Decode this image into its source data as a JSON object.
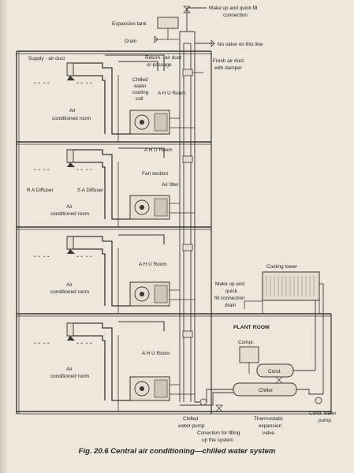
{
  "top": {
    "expansion_tank": "Expansion tank",
    "drain": "Drain",
    "makeup_top_1": "Make up and quick fill",
    "makeup_top_2": "connection",
    "no_valve": "No valve on this line"
  },
  "floor1": {
    "supply_duct": "Supply - air duct",
    "return_duct_1": "Return - air duct",
    "return_duct_2": "or passage",
    "fresh_air_1": "Fresh air duct",
    "fresh_air_2": "with damper",
    "coil_1": "Chilled",
    "coil_2": "water",
    "coil_3": "cooling",
    "coil_4": "coil",
    "ahu": "A H U Room",
    "room_1": "Air",
    "room_2": "conditioned room"
  },
  "floor2": {
    "ahu": "A H U Room",
    "fan_section": "Fan section",
    "air_filter": "Air filter",
    "ra_diffuser": "R A Diffuser",
    "sa_diffuser": "S A Diffuser",
    "room_1": "Air",
    "room_2": "conditioned room"
  },
  "floor3": {
    "ahu": "A H U Room",
    "room_1": "Air",
    "room_2": "conditioned room",
    "cooling_tower": "Cooling tower",
    "makeup_1": "Make up and",
    "makeup_2": "quick",
    "makeup_3": "fill connection",
    "makeup_4": "drain"
  },
  "floor4": {
    "ahu": "A H U Room",
    "room_1": "Air",
    "room_2": "conditioned room",
    "plant_room": "PLANT ROOM",
    "compr": "Compr.",
    "cond": "Cond.",
    "chiller": "Chiller"
  },
  "bottom": {
    "chilled_pump_1": "Chilled",
    "chilled_pump_2": "water pump",
    "thermo_1": "Thermostatic",
    "thermo_2": "expansion",
    "thermo_3": "valve",
    "cond_pump_1": "Cond. water",
    "cond_pump_2": "pump",
    "connection_1": "Conection for filling",
    "connection_2": "up the system"
  },
  "caption": {
    "fig": "Fig. 20.6",
    "title": "Central air conditioning—chilled water system"
  },
  "colors": {
    "paper": "#ede7dc",
    "ink": "#2a2622"
  }
}
